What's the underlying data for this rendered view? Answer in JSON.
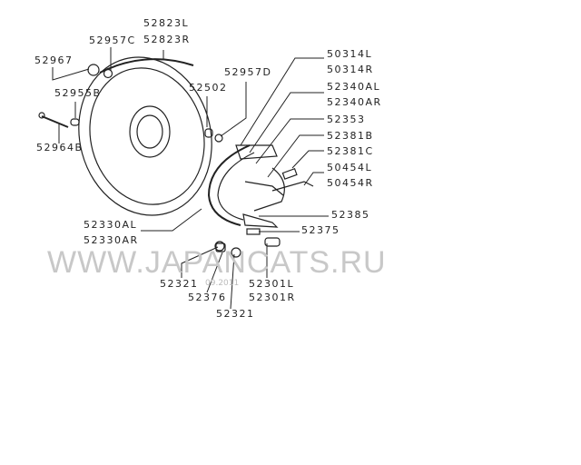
{
  "watermark": "WWW.JAPANCATS.RU",
  "date_stamp": "09.2011",
  "labels": {
    "p52967": "52967",
    "p52957C": "52957C",
    "p52823L": "52823L",
    "p52823R": "52823R",
    "p52955B": "52955B",
    "p52964B": "52964B",
    "p52957D": "52957D",
    "p52502": "52502",
    "p50314L": "50314L",
    "p50314R": "50314R",
    "p52340AL": "52340AL",
    "p52340AR": "52340AR",
    "p52353": "52353",
    "p52381B": "52381B",
    "p52381C": "52381C",
    "p50454L": "50454L",
    "p50454R": "50454R",
    "p52385": "52385",
    "p52375": "52375",
    "p52330AL": "52330AL",
    "p52330AR": "52330AR",
    "p52321a": "52321",
    "p52376": "52376",
    "p52321b": "52321",
    "p52301L": "52301L",
    "p52301R": "52301R"
  }
}
